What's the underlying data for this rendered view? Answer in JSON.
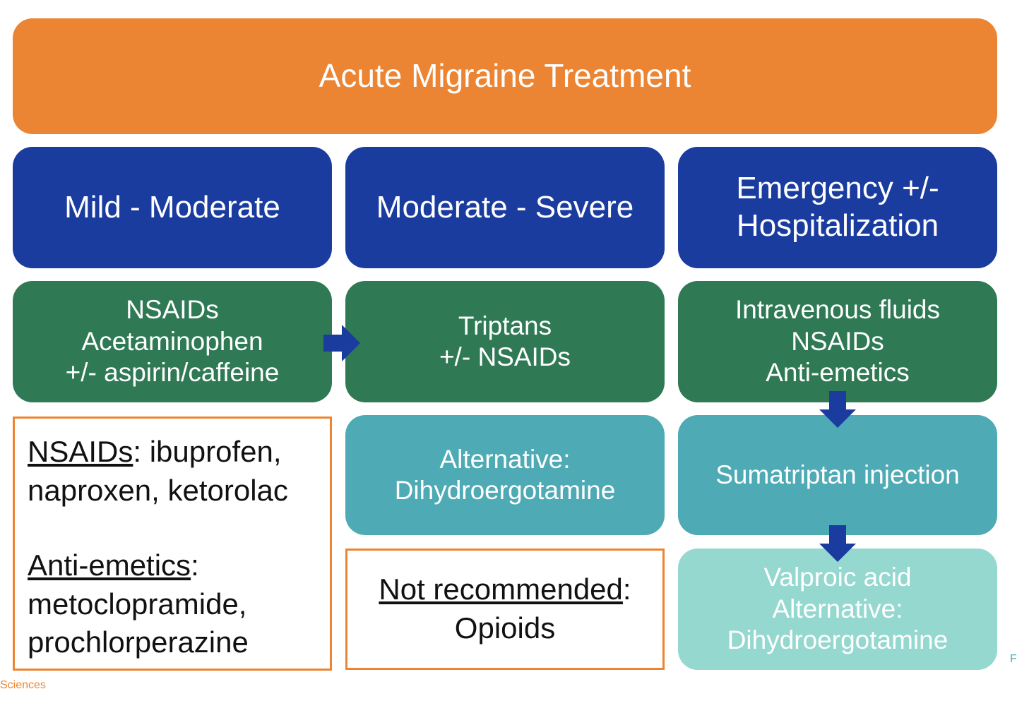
{
  "header": {
    "title": "Acute Migraine Treatment"
  },
  "columns": [
    {
      "heading": [
        "Mild - Moderate"
      ],
      "first_line": [
        "NSAIDs",
        "Acetaminophen",
        "+/- aspirin/caffeine"
      ]
    },
    {
      "heading": [
        "Moderate - Severe"
      ],
      "first_line": [
        "Triptans",
        "+/- NSAIDs"
      ],
      "alternative": [
        "Alternative:",
        "Dihydroergotamine"
      ]
    },
    {
      "heading": [
        "Emergency +/-",
        "Hospitalization"
      ],
      "first_line": [
        "Intravenous fluids",
        "NSAIDs",
        "Anti-emetics"
      ],
      "second_line": [
        "Sumatriptan injection"
      ],
      "third_line": [
        "Valproic acid",
        "Alternative:",
        "Dihydroergotamine"
      ]
    }
  ],
  "notes": {
    "nsaids_term": "NSAIDs",
    "nsaids_colon": ":",
    "nsaids_line1": " ibuprofen,",
    "nsaids_line2": "naproxen, ketorolac",
    "antiemetics_term": "Anti-emetics",
    "antiemetics_colon": ":",
    "antiemetics_line1": "metoclopramide,",
    "antiemetics_line2": "prochlorperazine",
    "not_recommended_term": "Not recommended",
    "not_recommended_colon": ":",
    "not_recommended_value": "Opioids"
  },
  "footer": {
    "source_fragment": "Sciences",
    "edge_mark": "F"
  },
  "colors": {
    "header_orange": "#ec8533",
    "heading_blue": "#1a3c9f",
    "first_line_green": "#2f7a54",
    "second_line_teal": "#4eaab4",
    "third_line_mint": "#94d8cf",
    "arrow_blue": "#1a3c9f"
  },
  "icons": [
    "arrow-right-icon",
    "arrow-down-icon"
  ]
}
